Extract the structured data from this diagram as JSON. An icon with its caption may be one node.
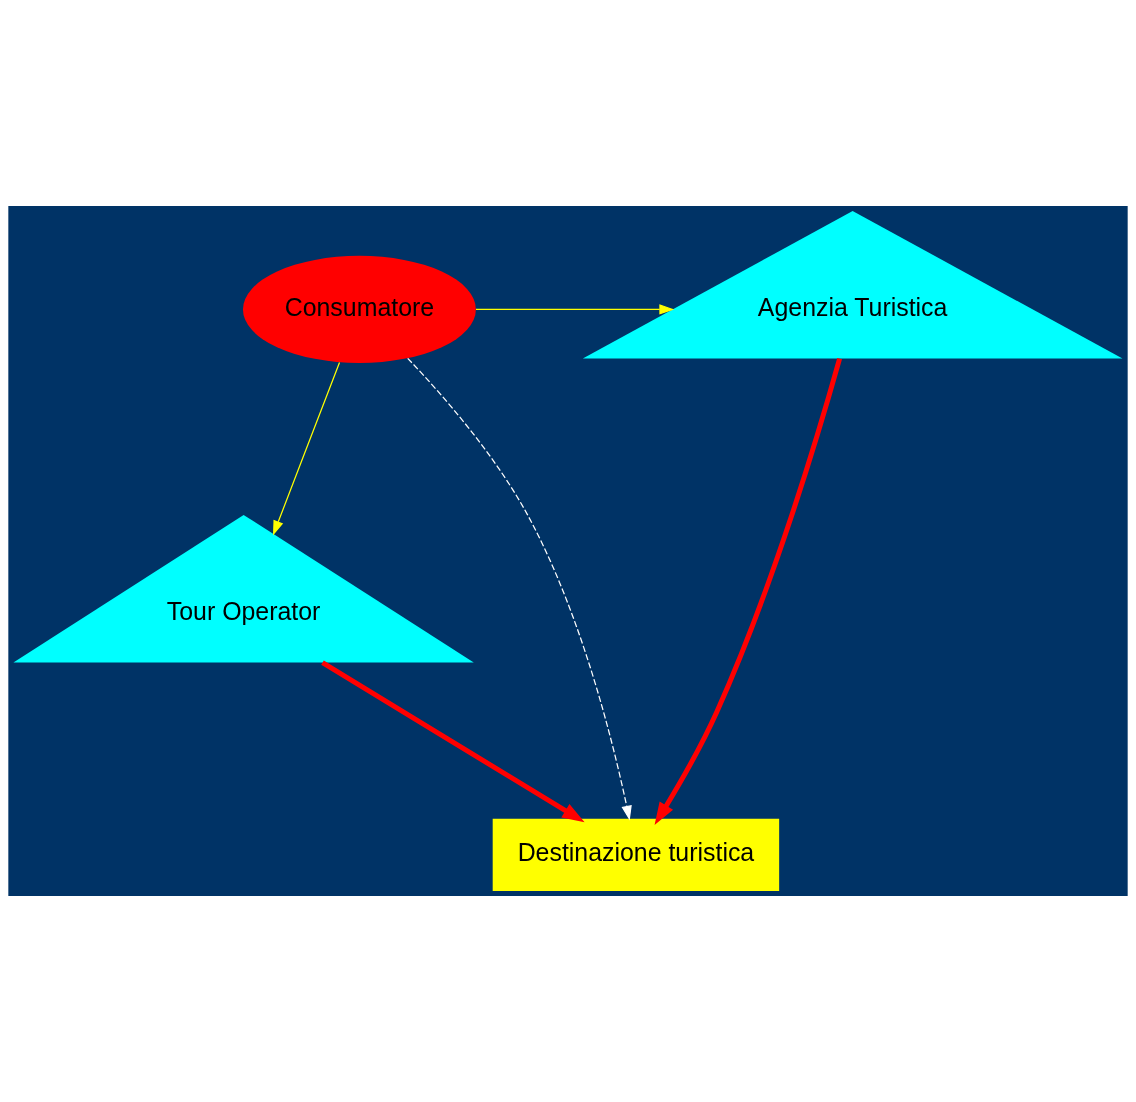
{
  "diagram": {
    "nodes": [
      {
        "text": [
          "Consumatore"
        ]
      },
      {
        "text": [
          "Agenzia Turistica"
        ]
      },
      {
        "text": [
          "Tour Operator"
        ]
      },
      {
        "text": [
          "Destinazione turistica"
        ]
      }
    ],
    "edges": [
      {
        "from": 0,
        "to": 1,
        "arrow": "to",
        "color": "#ffff00"
      },
      {
        "from": 0,
        "to": 2,
        "arrow": "to",
        "color": "#ffff00"
      },
      {
        "from": 0,
        "to": 3,
        "arrow": "to",
        "style": "dashed",
        "color": "#ffffff"
      },
      {
        "from": 2,
        "to": 3,
        "arrow": "to",
        "style": "thick",
        "color": "#ff0000"
      },
      {
        "from": 1,
        "to": 3,
        "arrow": "to",
        "style": "thick",
        "color": "#ff0000"
      }
    ]
  }
}
